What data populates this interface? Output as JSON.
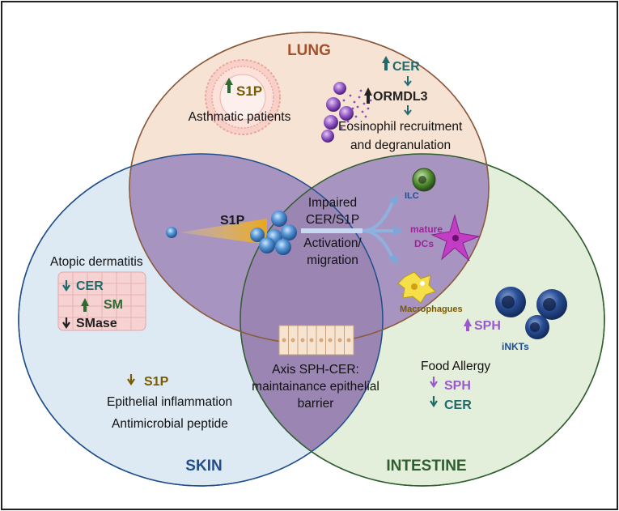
{
  "regions": {
    "lung": {
      "title": "LUNG",
      "color": "#a0522d"
    },
    "skin": {
      "title": "SKIN",
      "color": "#1f4e8c"
    },
    "intestine": {
      "title": "INTESTINE",
      "color": "#2f5e2f"
    }
  },
  "lung": {
    "s1p": "S1P",
    "asthmatic": "Asthmatic patients",
    "cer": "CER",
    "ormdl3": "ORMDL3",
    "eos_line1": "Eosinophil recruitment",
    "eos_line2": "and degranulation"
  },
  "skin": {
    "atopic": "Atopic dermatitis",
    "cer": "CER",
    "sm": "SM",
    "smase": "SMase",
    "s1p": "S1P",
    "epithelial_inflammation": "Epithelial inflammation",
    "antimicrobial": "Antimicrobial peptide"
  },
  "intestine": {
    "sph": "SPH",
    "inkts": "iNKTs",
    "food_allergy": "Food Allergy",
    "sph_down": "SPH",
    "cer_down": "CER",
    "macrophages": "Macrophagues"
  },
  "center": {
    "s1p": "S1P",
    "impaired_line1": "Impaired",
    "impaired_line2": "CER/S1P",
    "activation_line1": "Activation/",
    "activation_line2": "migration",
    "ilc": "ILC",
    "mature": "mature",
    "dcs": "DCs",
    "axis_line1": "Axis SPH-CER:",
    "axis_line2": "maintainance epithelial",
    "axis_line3": "barrier"
  },
  "colors": {
    "up_arrow": "#2e6b2e",
    "teal": "#1f6b6b",
    "olive": "#7a5a00",
    "purple": "#9b59d0",
    "center_fill": "#9b86b3",
    "lung_fill": "#f7e3d4",
    "skin_fill": "#dde9f3",
    "intestine_fill": "#e3eedb"
  }
}
